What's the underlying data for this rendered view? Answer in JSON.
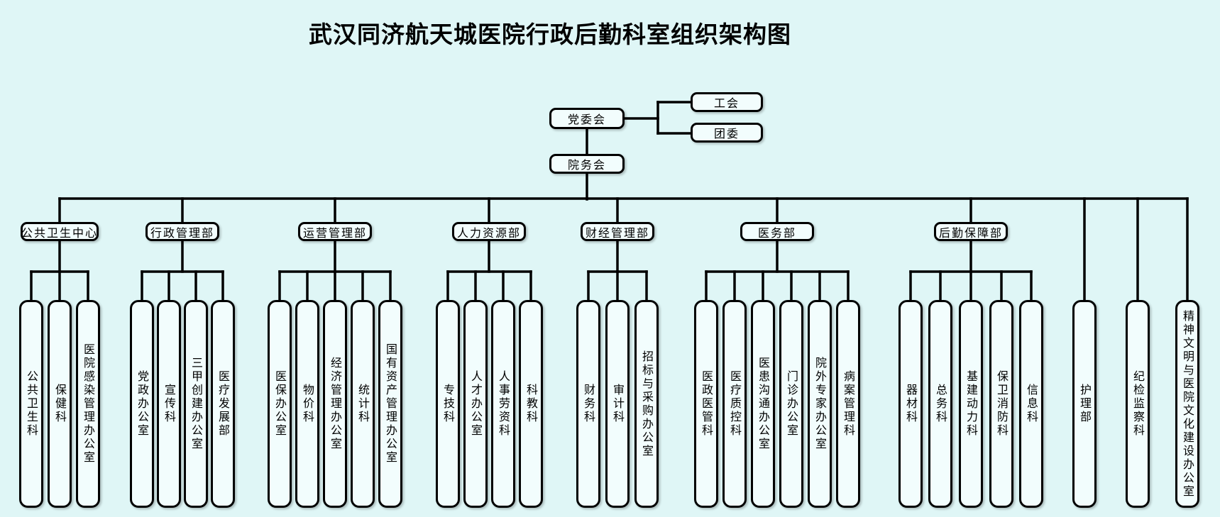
{
  "title": "武汉同济航天城医院行政后勤科室组织架构图",
  "top": {
    "party_committee": "党委会",
    "labor_union": "工会",
    "youth_league": "团委",
    "hospital_council": "院务会"
  },
  "departments": [
    {
      "label": "公共卫生中心",
      "children": [
        "公共卫生科",
        "保健科",
        "医院感染管理办公室"
      ]
    },
    {
      "label": "行政管理部",
      "children": [
        "党政办公室",
        "宣传科",
        "三甲创建办公室",
        "医疗发展部"
      ]
    },
    {
      "label": "运营管理部",
      "children": [
        "医保办公室",
        "物价科",
        "经济管理办公室",
        "统计科",
        "国有资产管理办公室"
      ]
    },
    {
      "label": "人力资源部",
      "children": [
        "专技科",
        "人才办公室",
        "人事劳资科",
        "科教科"
      ]
    },
    {
      "label": "财经管理部",
      "children": [
        "财务科",
        "审计科",
        "招标与采购办公室"
      ]
    },
    {
      "label": "医务部",
      "children": [
        "医政医管科",
        "医疗质控科",
        "医患沟通办公室",
        "门诊办公室",
        "院外专家办公室",
        "病案管理科"
      ]
    },
    {
      "label": "后勤保障部",
      "children": [
        "器材科",
        "总务科",
        "基建动力科",
        "保卫消防科",
        "信息科"
      ]
    }
  ],
  "standalone": [
    "护理部",
    "纪检监察科",
    "精神文明与医院文化建设办公室"
  ],
  "colors": {
    "background": "#dff6f6",
    "box_fill": "#f2fdfd",
    "line": "#000000",
    "text": "#000000"
  }
}
